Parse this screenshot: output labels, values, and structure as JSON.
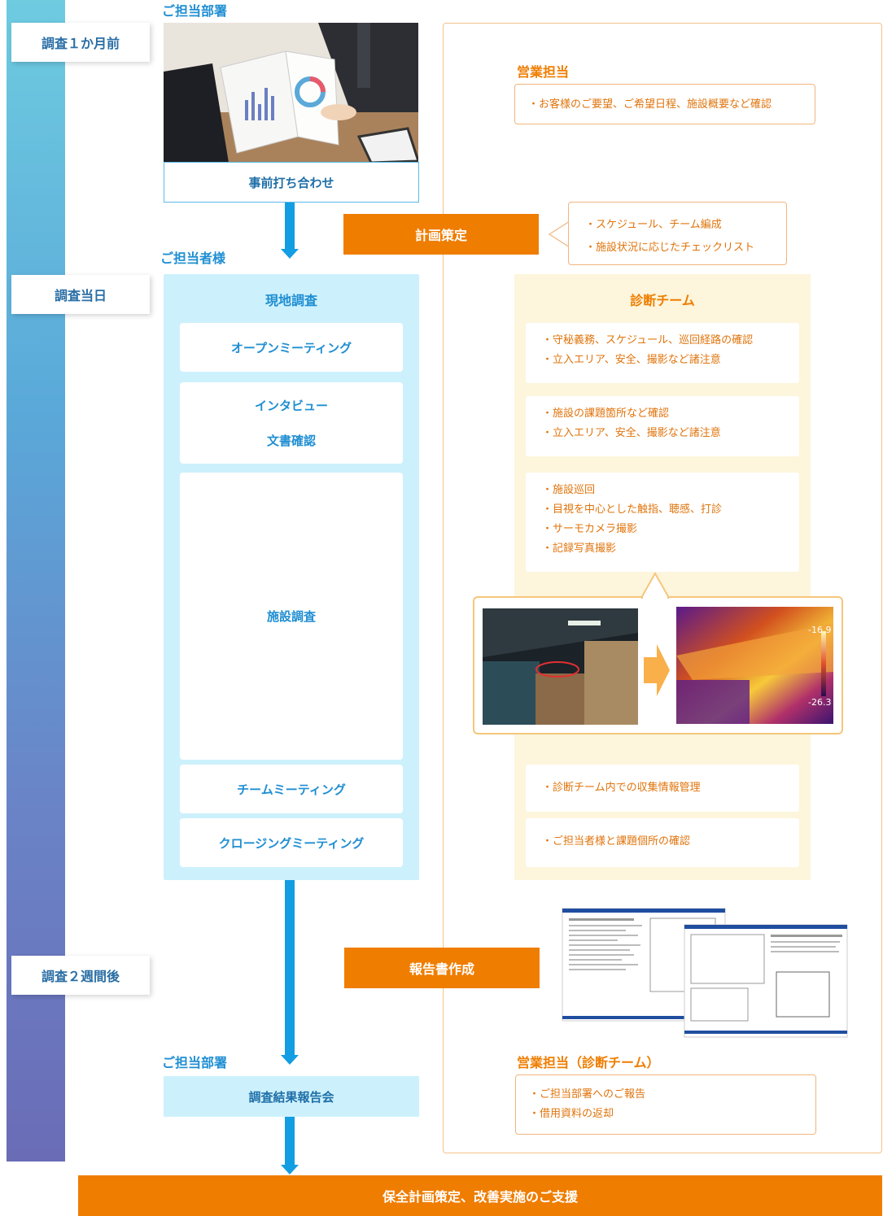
{
  "timeline": {
    "phase1": "調査１か月前",
    "phase2": "調査当日",
    "phase3": "調査２週間後"
  },
  "headings": {
    "dept_top": "ご担当部署",
    "client": "ご担当者様",
    "dept_bottom": "ご担当部署",
    "sales": "営業担当",
    "team": "診断チーム",
    "sales_team": "営業担当（診断チーム）"
  },
  "pre_meeting": {
    "label": "事前打ち合わせ"
  },
  "sales_box": {
    "items": [
      "・お客様のご要望、ご希望日程、施設概要など確認"
    ]
  },
  "planning": {
    "label": "計画策定",
    "items": [
      "・スケジュール、チーム編成",
      "・施設状況に応じたチェックリスト"
    ]
  },
  "field_survey": {
    "title": "現地調査",
    "cards": [
      "オープンミーティング",
      "インタビュー",
      "文書確認",
      "施設調査",
      "チームミーティング",
      "クロージングミーティング"
    ]
  },
  "team_cards": [
    [
      "・守秘義務、スケジュール、巡回経路の確認",
      " ・立入エリア、安全、撮影など諸注意"
    ],
    [
      "・施設の課題箇所など確認",
      "・立入エリア、安全、撮影など諸注意"
    ],
    [
      "・施設巡回",
      "・目視を中心とした触指、聴感、打診",
      "・サーモカメラ撮影",
      "・記録写真撮影"
    ],
    [
      "・診断チーム内での収集情報管理"
    ],
    [
      "・ご担当者様と課題個所の確認"
    ]
  ],
  "thermo": {
    "max": "-16.9",
    "min": "-26.3"
  },
  "report": {
    "label": "報告書作成"
  },
  "report_meeting": {
    "label": "調査結果報告会"
  },
  "report_box": {
    "items": [
      "・ご担当部署へのご報告",
      "・借用資料の返却"
    ]
  },
  "final": {
    "label": "保全計画策定、改善実施のご支援"
  },
  "colors": {
    "accent_orange": "#ef7d00",
    "accent_blue": "#139de2",
    "panel_blue": "#cdf1fc",
    "panel_cream": "#fdf5dc"
  }
}
